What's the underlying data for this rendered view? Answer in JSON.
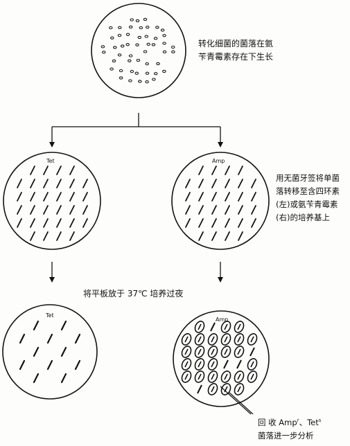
{
  "annotations": {
    "top_caption": [
      "转化细菌的菌落在氨",
      "苄青霉素存在下生长"
    ],
    "right_caption": [
      "用无菌牙签将单菌",
      "落转移至含四环素",
      "(左)或氨苄青霉素",
      "(右)的培养基上"
    ],
    "incubate_caption": "将平板放于 37℃ 培养过夜",
    "bottom_caption": {
      "line1_prefix": "回 收 Amp",
      "line1_sup1": "r",
      "line1_mid": "、Tet",
      "line1_sup2": "s",
      "line2": "菌落进一步分析"
    }
  },
  "plates": {
    "mid_left": "Tet",
    "mid_right": "Amp",
    "bottom_left": "Tet",
    "bottom_right": "Amp"
  },
  "colors": {
    "ink": "#111111",
    "paper": "#fdfdfb"
  }
}
